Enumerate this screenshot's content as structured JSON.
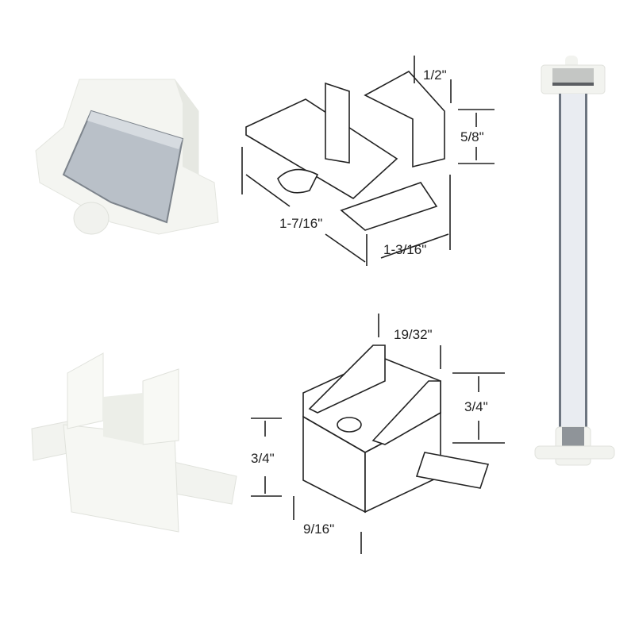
{
  "product_sheet": {
    "photos": [
      {
        "id": "top-guide-photo",
        "description": "white nylon sash guide with metal spring clip"
      },
      {
        "id": "bottom-pivot-photo",
        "description": "white nylon pivot shoe"
      },
      {
        "id": "balance-rod-photo",
        "description": "metal channel balance with nylon end fittings"
      }
    ],
    "drawing_top": {
      "dims": {
        "depth_top": "1/2\"",
        "height": "5/8\"",
        "length": "1-7/16\"",
        "width": "1-3/16\""
      }
    },
    "drawing_bottom": {
      "dims": {
        "top_width": "19/32\"",
        "height_right": "3/4\"",
        "height_left": "3/4\"",
        "depth": "9/16\""
      }
    },
    "colors": {
      "nylon": "#f4f5f1",
      "nylon_shadow": "#dfe1db",
      "metal": "#b9c0c8",
      "metal_dark": "#7d848c",
      "line": "#222222"
    }
  }
}
